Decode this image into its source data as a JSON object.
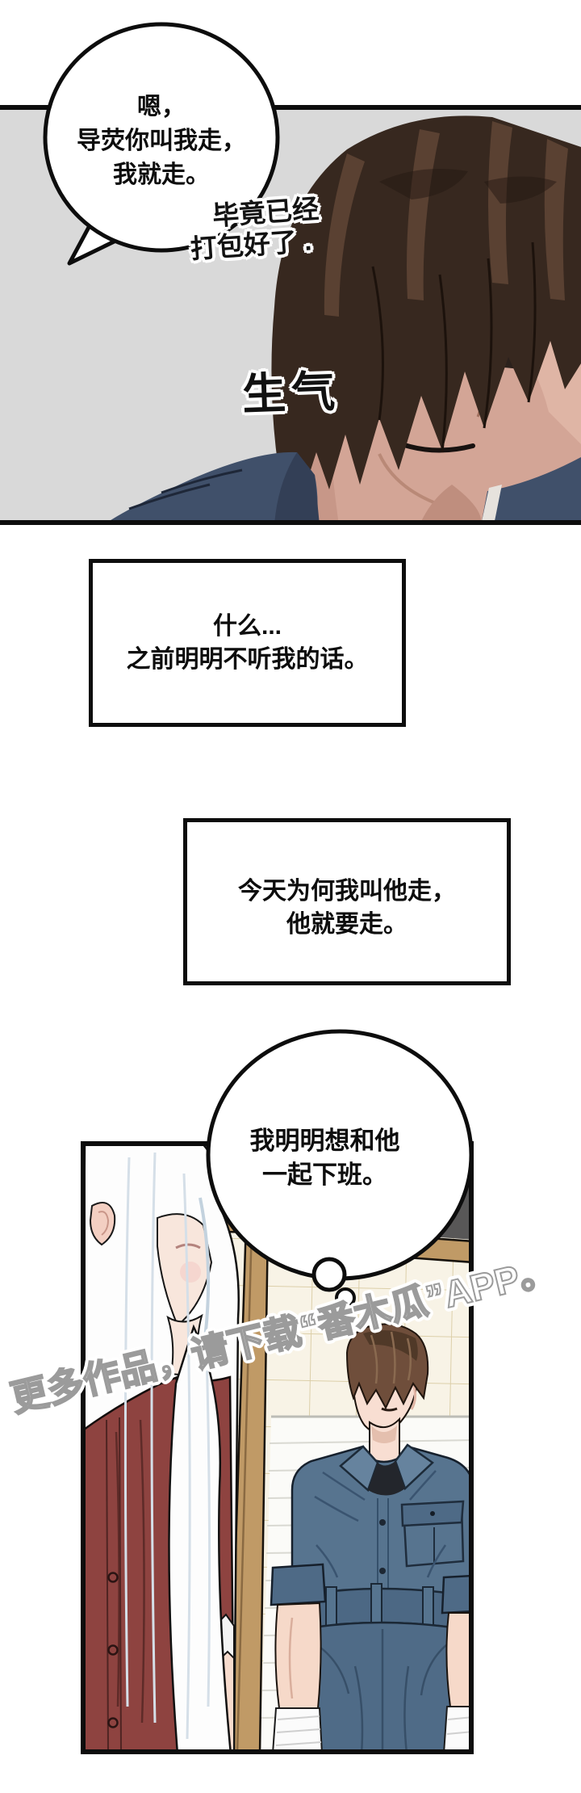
{
  "panel_top": {
    "background_color": "#d9d9d9",
    "speech_bubble": {
      "lines": [
        "嗯，",
        "导荧你叫我走，",
        "我就走。"
      ]
    },
    "handwritten_note": {
      "lines": [
        "毕竟已经",
        "打包好了 ."
      ]
    },
    "sfx": {
      "text": "生气"
    }
  },
  "narration_boxes": [
    {
      "lines": [
        "什么...",
        "之前明明不听我的话。"
      ]
    },
    {
      "lines": [
        "今天为何我叫他走，",
        "他就要走。"
      ]
    }
  ],
  "panel_bottom": {
    "thought_bubble": {
      "lines": [
        "我明明想和他",
        "一起下班。"
      ]
    },
    "watermark": "更多作品，请下载“番木瓜”APP。"
  },
  "characters": {
    "panel_top_man": {
      "hair_color": "#37281f",
      "skin_color": "#d3a596",
      "shirt_color": "#40506a"
    },
    "white_haired_person": {
      "hair_color": "#fdfdfd",
      "shirt_color": "#8e4340"
    },
    "coverall_man": {
      "hair_color": "#6f4e3b",
      "outfit_color": "#57748f",
      "skin_color": "#f6d9c9"
    }
  },
  "room": {
    "tile_color": "#f8f3e6",
    "tile_line_color": "#dccfa9",
    "wood_color": "#c09a66",
    "dark_band_color": "#585757"
  }
}
